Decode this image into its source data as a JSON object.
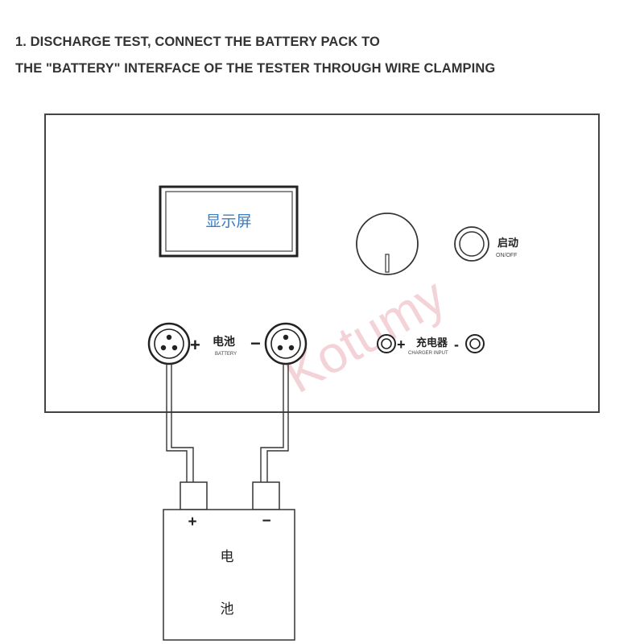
{
  "header": {
    "line1": "1. DISCHARGE TEST, CONNECT THE BATTERY PACK TO",
    "line2": "THE \"BATTERY\" INTERFACE OF THE TESTER THROUGH WIRE CLAMPING"
  },
  "tester": {
    "display_label": "显示屏",
    "start_label_cn": "启动",
    "start_label_en": "ON/OFF",
    "battery_plus": "+",
    "battery_minus": "−",
    "battery_label_cn": "电池",
    "battery_label_en": "BATTERY",
    "charger_plus": "+",
    "charger_minus": "-",
    "charger_label_cn": "充电器",
    "charger_label_en": "CHARGER INPUT"
  },
  "battery_pack": {
    "plus": "+",
    "minus": "−",
    "label_line1": "电",
    "label_line2": "池"
  },
  "watermark": "Kotumy",
  "colors": {
    "display_text": "#3a7cc4",
    "watermark": "#f2c9cf",
    "outline": "#333333"
  }
}
